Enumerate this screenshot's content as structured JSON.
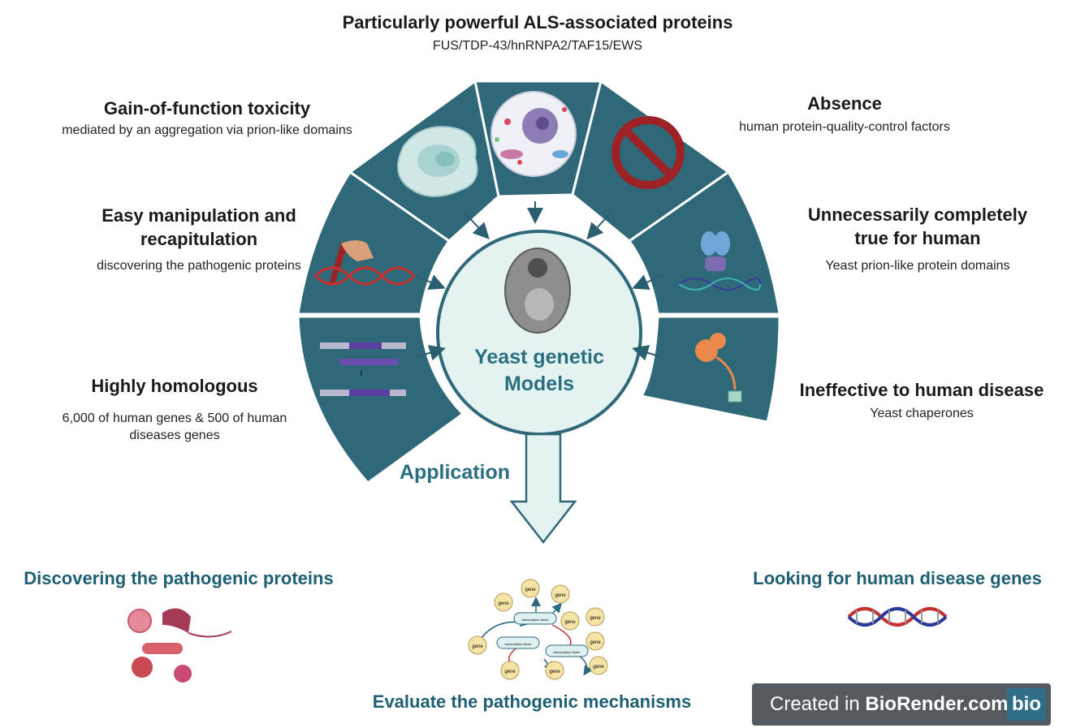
{
  "top": {
    "title": "Particularly powerful ALS-associated proteins",
    "subtitle": "FUS/TDP-43/hnRNPA2/TAF15/EWS"
  },
  "left": {
    "gain_title": "Gain-of-function toxicity",
    "gain_sub": "mediated by an aggregation via prion-like domains",
    "easy_title_1": "Easy manipulation and",
    "easy_title_2": "recapitulation",
    "easy_sub": "discovering the pathogenic proteins",
    "homolog_title": "Highly homologous",
    "homolog_sub_1": "6,000 of human genes &  500 of human",
    "homolog_sub_2": "diseases genes"
  },
  "right": {
    "absence_title": "Absence",
    "absence_sub": "human protein-quality-control factors",
    "unnec_title_1": "Unnecessarily completely",
    "unnec_title_2": "true for human",
    "unnec_sub": "Yeast prion-like protein domains",
    "ineff_title": "Ineffective to human disease",
    "ineff_sub": "Yeast chaperones"
  },
  "center": {
    "line1": "Yeast genetic",
    "line2": "Models"
  },
  "application": "Application",
  "bottom": {
    "left": "Discovering the pathogenic proteins",
    "middle": "Evaluate the  pathogenic mechanisms",
    "right": "Looking for human disease genes",
    "gene_label": "gene",
    "tf_label": "transcription factor"
  },
  "badge": {
    "prefix": "Created in ",
    "brand": "BioRender.com",
    "logo": "bio"
  },
  "colors": {
    "segment": "#2f6878",
    "segment_edge": "#1f4f5e",
    "center_fill": "#e4f3f1",
    "arrow_fill": "#e4f3f1",
    "heading_blue": "#1f5f73"
  }
}
